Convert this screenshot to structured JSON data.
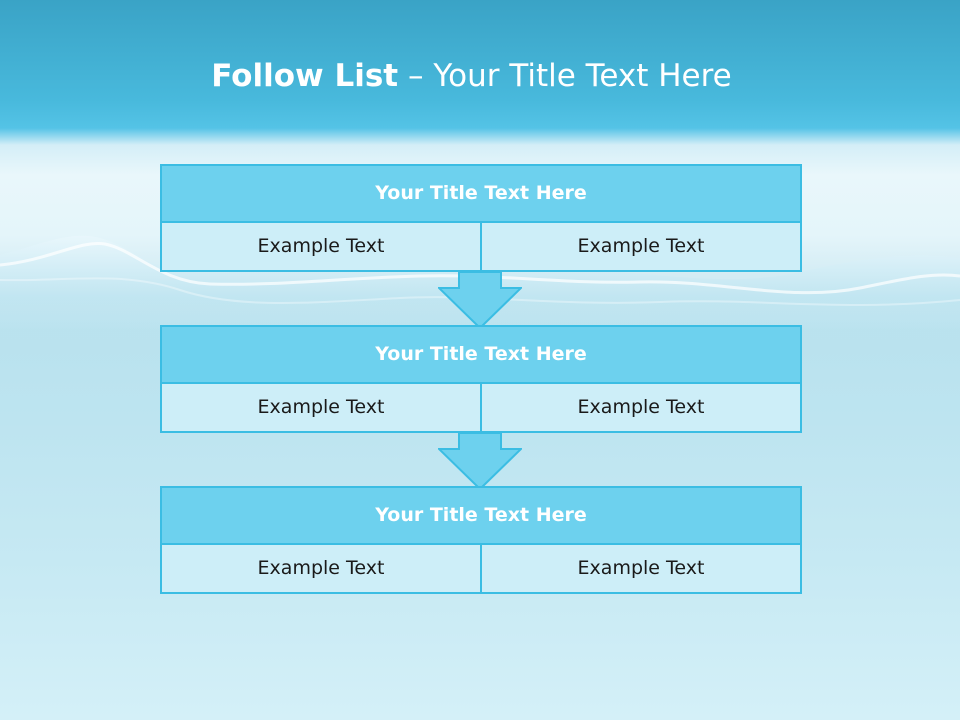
{
  "title": {
    "bold": "Follow List",
    "rest": " – Your Title Text Here"
  },
  "blocks": [
    {
      "title": "Your Title Text Here",
      "left": "Example Text",
      "right": "Example Text"
    },
    {
      "title": "Your Title Text Here",
      "left": "Example Text",
      "right": "Example Text"
    },
    {
      "title": "Your Title Text Here",
      "left": "Example Text",
      "right": "Example Text"
    }
  ],
  "colors": {
    "accent": "#3bbde3",
    "header_fill": "#6dd1ee",
    "cell_fill": "#cdeef8",
    "title_text": "#ffffff"
  },
  "icons": [
    "down-arrow-icon",
    "water-wave-icon"
  ]
}
